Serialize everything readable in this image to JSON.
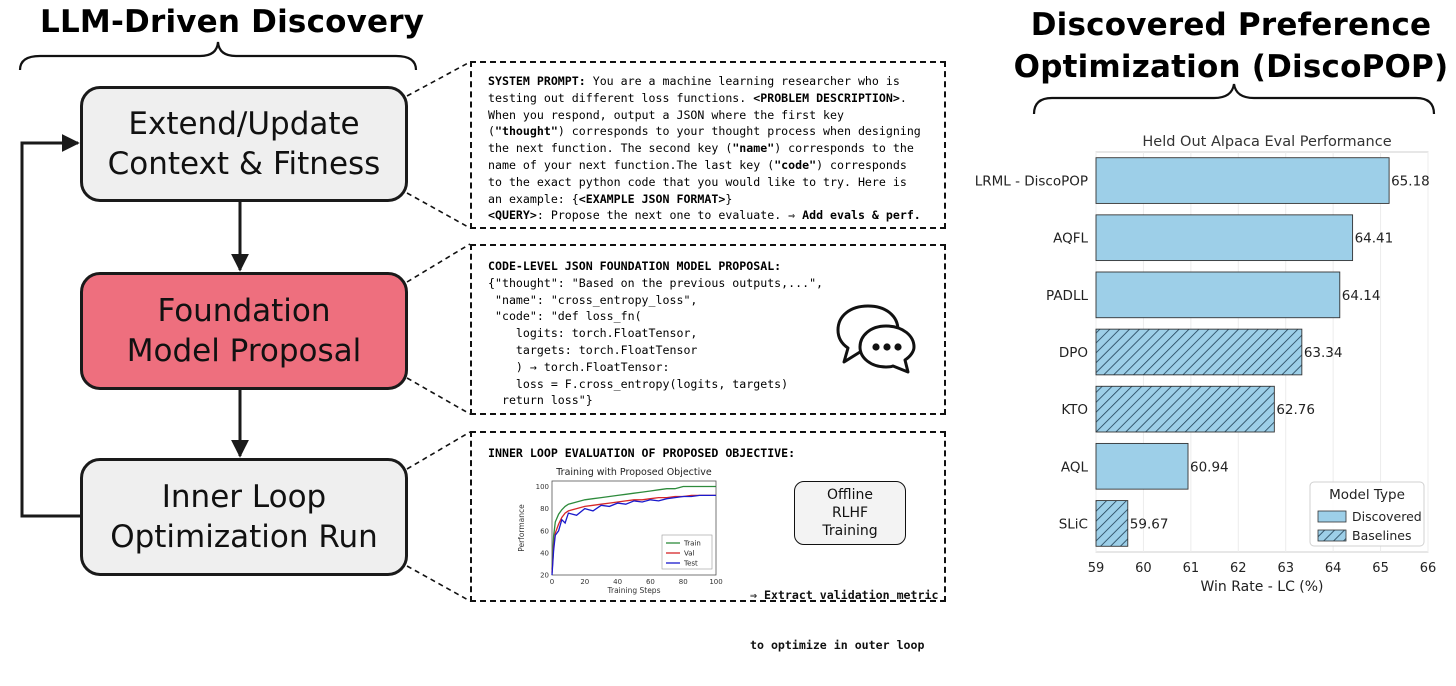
{
  "left": {
    "title": "LLM-Driven Discovery",
    "boxes": {
      "extend": [
        "Extend/Update",
        "Context & Fitness"
      ],
      "foundation": [
        "Foundation",
        "Model Proposal"
      ],
      "inner": [
        "Inner Loop",
        "Optimization Run"
      ]
    },
    "colors": {
      "foundation": "#ee6f7e",
      "gray_box": "#efefef"
    }
  },
  "prompt": {
    "lines": [
      [
        {
          "t": "SYSTEM PROMPT:",
          "b": true
        },
        {
          "t": " You are a machine learning researcher who is"
        }
      ],
      [
        {
          "t": "testing out different loss functions. "
        },
        {
          "t": "<PROBLEM DESCRIPTION>",
          "b": true
        },
        {
          "t": "."
        }
      ],
      [
        {
          "t": "When you respond, output a JSON where the first key"
        }
      ],
      [
        {
          "t": "("
        },
        {
          "t": "\"thought\"",
          "b": true
        },
        {
          "t": ") corresponds to your thought process when designing"
        }
      ],
      [
        {
          "t": "the next function. The second key ("
        },
        {
          "t": "\"name\"",
          "b": true
        },
        {
          "t": ") corresponds to the"
        }
      ],
      [
        {
          "t": "name of your next function.The last key ("
        },
        {
          "t": "\"code\"",
          "b": true
        },
        {
          "t": ") corresponds"
        }
      ],
      [
        {
          "t": "to the exact python code that you would like to try. Here is"
        }
      ],
      [
        {
          "t": "an example: {"
        },
        {
          "t": "<EXAMPLE JSON FORMAT>",
          "b": true
        },
        {
          "t": "}"
        }
      ],
      [
        {
          "t": "<QUERY>",
          "b": true
        },
        {
          "t": ": Propose the next one to evaluate. ⇒ "
        },
        {
          "t": "Add evals & perf.",
          "b": true
        }
      ]
    ]
  },
  "proposal": {
    "lines": [
      [
        {
          "t": "CODE-LEVEL JSON FOUNDATION MODEL PROPOSAL:",
          "b": true
        }
      ],
      [
        {
          "t": "{\"thought\": \"Based on the previous outputs,...\","
        }
      ],
      [
        {
          "t": " \"name\": \"cross_entropy_loss\","
        }
      ],
      [
        {
          "t": " \"code\": \"def loss_fn("
        }
      ],
      [
        {
          "t": "    logits: torch.FloatTensor,"
        }
      ],
      [
        {
          "t": "    targets: torch.FloatTensor"
        }
      ],
      [
        {
          "t": "    ) → torch.FloatTensor:"
        }
      ],
      [
        {
          "t": "    loss = F.cross_entropy(logits, targets)"
        }
      ],
      [
        {
          "t": "  return loss\"}"
        }
      ]
    ],
    "icon": "chat-bubbles-icon"
  },
  "inner": {
    "header": "INNER LOOP EVALUATION OF PROPOSED OBJECTIVE:",
    "offline": [
      "Offline",
      "RLHF",
      "Training"
    ],
    "extract": [
      "⇒ Extract validation metric",
      "to optimize in outer loop"
    ]
  },
  "chart_data": [
    {
      "type": "line",
      "title": "Training with Proposed Objective",
      "xlabel": "Training Steps",
      "ylabel": "Performance",
      "xlim": [
        0,
        100
      ],
      "ylim": [
        20,
        105
      ],
      "xticks": [
        0,
        20,
        40,
        60,
        80,
        100
      ],
      "yticks": [
        20,
        40,
        60,
        80,
        100
      ],
      "x": [
        0,
        1,
        2,
        4,
        6,
        8,
        10,
        15,
        20,
        25,
        30,
        35,
        40,
        45,
        50,
        55,
        60,
        65,
        70,
        75,
        80,
        85,
        90,
        95,
        100
      ],
      "series": [
        {
          "name": "Train",
          "color": "#2e8b3c",
          "values": [
            25,
            55,
            68,
            75,
            79,
            82,
            84,
            86,
            88,
            89,
            90,
            91,
            92,
            93,
            94,
            95,
            96,
            97,
            98,
            98,
            100,
            100,
            100,
            100,
            100
          ]
        },
        {
          "name": "Val",
          "color": "#d62728",
          "values": [
            22,
            45,
            58,
            66,
            72,
            76,
            78,
            80,
            82,
            83,
            84,
            85,
            86,
            87,
            88,
            88,
            89,
            90,
            90,
            91,
            91,
            92,
            92,
            92,
            92
          ]
        },
        {
          "name": "Test",
          "color": "#1a1acc",
          "values": [
            20,
            42,
            56,
            60,
            70,
            67,
            76,
            74,
            80,
            78,
            83,
            82,
            85,
            84,
            87,
            86,
            88,
            87,
            89,
            90,
            91,
            91,
            92,
            92,
            92
          ]
        }
      ],
      "legend": "bottom-right"
    },
    {
      "type": "bar",
      "orientation": "horizontal",
      "title": "Held Out Alpaca Eval Performance",
      "xlabel": "Win Rate - LC (%)",
      "xlim": [
        59,
        66
      ],
      "xticks": [
        59,
        60,
        61,
        62,
        63,
        64,
        65,
        66
      ],
      "categories": [
        "LRML - DiscoPOP",
        "AQFL",
        "PADLL",
        "DPO",
        "KTO",
        "AQL",
        "SLiC"
      ],
      "values": [
        65.18,
        64.41,
        64.14,
        63.34,
        62.76,
        60.94,
        59.67
      ],
      "value_labels": [
        "65.18",
        "64.41",
        "64.14",
        "63.34",
        "62.76",
        "60.94",
        "59.67"
      ],
      "types": [
        "Discovered",
        "Discovered",
        "Discovered",
        "Baselines",
        "Baselines",
        "Discovered",
        "Baselines"
      ],
      "legend_title": "Model Type",
      "legend_entries": [
        "Discovered",
        "Baselines"
      ],
      "legend": "bottom-right",
      "bar_color": "#9dcfe8",
      "grid": true
    }
  ],
  "right": {
    "title": [
      "Discovered Preference",
      "Optimization (DiscoPOP)"
    ]
  }
}
